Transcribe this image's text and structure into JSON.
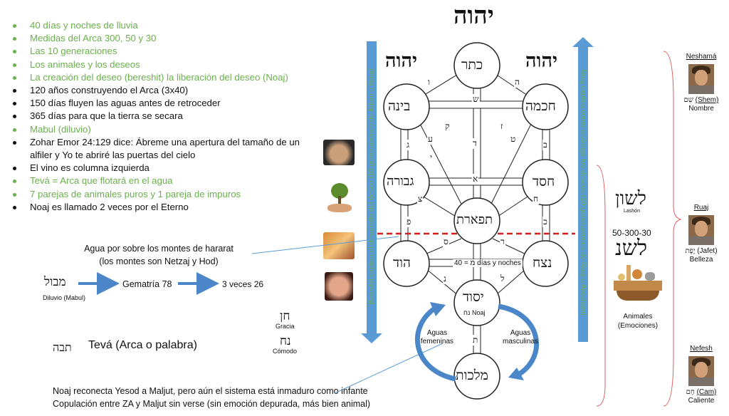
{
  "title_tetragram": "יהוה",
  "notes": [
    {
      "text": "40 días y noches de lluvia",
      "color": "green"
    },
    {
      "text": "Medidas del Arca 300, 50 y 30",
      "color": "green"
    },
    {
      "text": "Las 10 generaciones",
      "color": "green"
    },
    {
      "text": "Los animales y los deseos",
      "color": "green"
    },
    {
      "text": "La creación del deseo (bereshit) la liberación del deseo (Noaj)",
      "color": "green"
    },
    {
      "text": "120 años construyendo el Arca (3x40)",
      "color": "black"
    },
    {
      "text": "150 días fluyen las aguas antes de retroceder",
      "color": "black"
    },
    {
      "text": "365 días para que la tierra se secara",
      "color": "black"
    },
    {
      "text": "Mabul (diluvio)",
      "color": "green"
    },
    {
      "text": "Zohar Emor 24:129 dice: Ábreme una apertura del tamaño de un alfiler y Yo te abriré las puertas del cielo",
      "color": "black"
    },
    {
      "text": "El vino es columna izquierda",
      "color": "black"
    },
    {
      "text": "Tevá = Arca que flotará en el agua",
      "color": "green"
    },
    {
      "text": "7 parejas de animales puros y 1 pareja de impuros",
      "color": "green"
    },
    {
      "text": "Noaj es llamado 2 veces por el Eterno",
      "color": "black"
    }
  ],
  "agua_note": {
    "line1": "Agua por sobre los montes de hararat",
    "line2": "(los montes son Netzaj y Hod)"
  },
  "mabul": {
    "hebrew": "מבול",
    "label": "Diluvio (Mabul)",
    "gematria": "Gematría 78",
    "result": "3 veces 26"
  },
  "jen": {
    "hebrew": "חן",
    "label": "Gracia"
  },
  "naj": {
    "hebrew": "נח",
    "label": "Cómodo"
  },
  "teva": {
    "hebrew": "תבה",
    "label": "Tevá (Arca o palabra)"
  },
  "bottom_note": {
    "line1": "Noaj reconecta Yesod a Maljut, pero aún el sistema está inmaduro como  infante",
    "line2": "Copulación entre ZA y Maljut sin verse (sin emoción depurada, más bien animal)"
  },
  "tree": {
    "left_tetragram": "יהוה",
    "right_tetragram": "יהוה",
    "sefirot": {
      "keter": "כתר",
      "bina": "בינה",
      "jojma": "חכמה",
      "gevura": "גבורה",
      "jesed": "חסד",
      "tiferet": "תפארת",
      "hod": "הוד",
      "netzaj": "נצח",
      "yesod": "יסוד",
      "yesod_sub": "נח Noaj",
      "maljut": "מלכות"
    },
    "mem_note": "מ = 40 días y noches",
    "letters": [
      "ו",
      "ה",
      "ש",
      "ק",
      "ז",
      "ע",
      "ט",
      "ג",
      "ב",
      "ד",
      "י",
      "א",
      "צ",
      "ח",
      "פ",
      "כ",
      "ס",
      "ר",
      "נ",
      "ל",
      "ת"
    ],
    "aguas_fem": "Aguas femeninas",
    "aguas_masc": "Aguas masculinas",
    "left_arrow_text": "Bereshit explica el desarrollo del deseo (10 generaciones de Adam a Noaj)",
    "right_arrow_text": "Noaj explica como restringir los deseos (10 generaciones de Noaj a Abraham)"
  },
  "lashon": {
    "hebrew": "לשון",
    "label": "Lashón",
    "numbers": "50-300-30",
    "hebrew2": "לשנ"
  },
  "animales": {
    "line1": "Animales",
    "line2": "(Emociones)"
  },
  "souls": [
    {
      "title": "Neshamá",
      "heb": "שֵׁם",
      "name": "(Shem)",
      "meaning": "Nombre"
    },
    {
      "title": "Ruaj",
      "heb": "יֶפֶת",
      "name": "(Jafet)",
      "meaning": "Belleza"
    },
    {
      "title": "Nefesh",
      "heb": "חָם",
      "name": "(Cam)",
      "meaning": "Caliente"
    }
  ],
  "colors": {
    "green": "#6ab04c",
    "blue": "#4a86c8",
    "red_dash": "#d0201e",
    "bracket": "#d96060"
  }
}
